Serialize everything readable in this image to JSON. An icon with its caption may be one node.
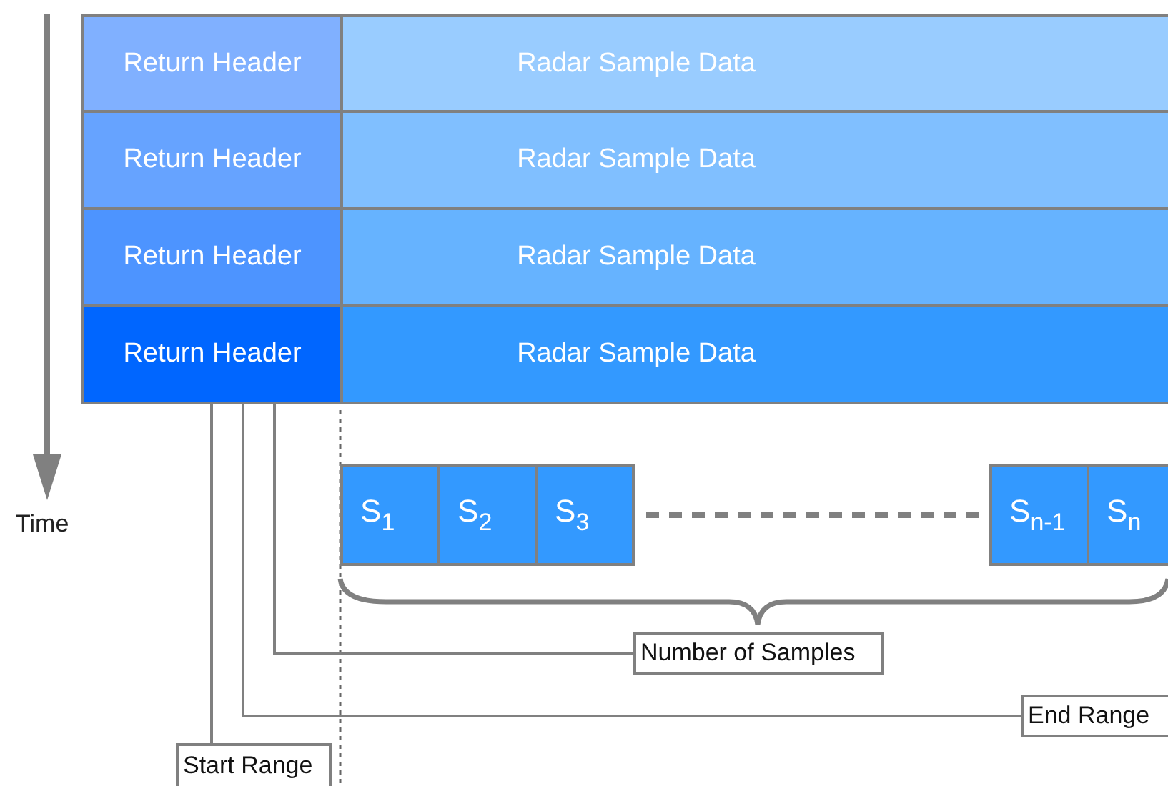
{
  "diagram": {
    "nodes": [
      {
        "text": [
          "Return Header"
        ]
      },
      {
        "text": [
          "Radar Sample Data"
        ]
      },
      {
        "text": [
          "Return Header"
        ]
      },
      {
        "text": [
          "Radar Sample Data"
        ]
      },
      {
        "text": [
          "Return Header"
        ]
      },
      {
        "text": [
          "Radar Sample Data"
        ]
      },
      {
        "text": [
          "Return Header"
        ]
      },
      {
        "text": [
          "Radar Sample Data"
        ]
      },
      {
        "text": [
          "S$_{1}$"
        ]
      },
      {
        "text": [
          "S$_{2}$"
        ]
      },
      {
        "text": [
          "S$_{3}$"
        ]
      },
      {
        "text": [
          "S$_{n-1}$"
        ]
      },
      {
        "text": [
          "S$_{n}$"
        ]
      },
      {
        "text": [
          "Number of Samples"
        ]
      },
      {
        "text": [
          "End Range"
        ]
      },
      {
        "text": [
          "Start Range"
        ]
      }
    ],
    "edges": [
      {
        "from": 10,
        "to": 11,
        "arrow": "none",
        "style": "dashed"
      },
      {
        "from": 13,
        "to": 6,
        "arrow": "none"
      },
      {
        "from": 14,
        "to": 6,
        "arrow": "none"
      },
      {
        "from": 15,
        "to": 6,
        "arrow": "none"
      }
    ],
    "labels": [
      "Time"
    ]
  }
}
